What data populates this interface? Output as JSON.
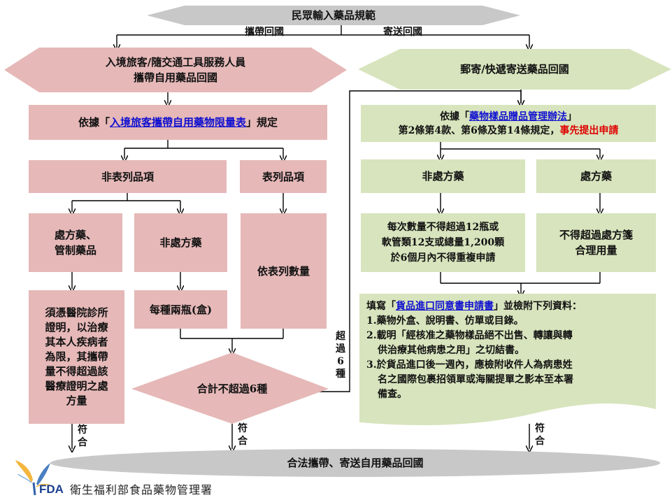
{
  "top_banner": "民眾輸入藥品規範",
  "branch_labels": {
    "carry": "攜帶回國",
    "mail": "寄送回國"
  },
  "left_header": {
    "line1": "入境旅客/隨交通工具服務人員",
    "line2": "攜帶自用藥品回國"
  },
  "right_header": "郵寄/快遞寄送藥品回國",
  "left_rule": {
    "prefix": "依據「",
    "link": "入境旅客攜帶自用藥物限量表",
    "suffix": "」規定"
  },
  "right_rule": {
    "prefix": "依據「",
    "link": "藥物樣品贈品管理辦法",
    "suffix": "」",
    "line2": "第2條第4款、第6條及第14條規定，",
    "line2_red": "事先提出申請"
  },
  "left_categories": {
    "unlisted": "非表列品項",
    "listed": "表列品項"
  },
  "left_sub": {
    "rx_line1": "處方藥、",
    "rx_line2": "管制藥品",
    "otc": "非處方藥",
    "listed_qty": "依表列數量"
  },
  "rx_requirement": {
    "l1": "須憑醫院診所",
    "l2": "證明，以治療",
    "l3": "其本人疾病者",
    "l4": "為限，其攜帶",
    "l5": "量不得超過該",
    "l6": "醫療證明之處",
    "l7": "方量"
  },
  "otc_limit": "每種兩瓶(盒)",
  "total_limit": "合計不超過6種",
  "over_six": [
    "超",
    "過",
    "6",
    "種"
  ],
  "right_categories": {
    "otc": "非處方藥",
    "rx": "處方藥"
  },
  "right_otc_rule": {
    "l1": "每次數量不得超過12瓶或",
    "l2": "軟管類12支或總量1,200顆",
    "l3": "於6個月內不得重複申請"
  },
  "right_rx_rule": {
    "l1": "不得超過處方箋",
    "l2": "合理用量"
  },
  "application": {
    "intro_prefix": "填寫「",
    "intro_link": "貨品進口同意書申請書",
    "intro_suffix": "」並檢附下列資料：",
    "item1": "1.藥物外盒、說明書、仿單或目錄。",
    "item2_l1": "2.載明「經核准之藥物樣品絕不出售、轉讓與轉",
    "item2_l2": "供治療其他病患之用」之切結書。",
    "item3_l1": "3.於貨品進口後一週內，應檢附收件人為病患姓",
    "item3_l2": "名之國際包裹招領單或海關提單之影本至本署",
    "item3_l3": "備查。"
  },
  "conform": [
    "符",
    "合"
  ],
  "bottom_banner": "合法攜帶、寄送自用藥品回國",
  "footer": {
    "logo_text": "FDA",
    "org_name": "衛生福利部食品藥物管理署"
  },
  "colors": {
    "pink": "#e6b8b8",
    "green": "#d7e4bd",
    "gray": "#c8c8c8",
    "link": "#1010d0",
    "alert": "#e00000"
  }
}
